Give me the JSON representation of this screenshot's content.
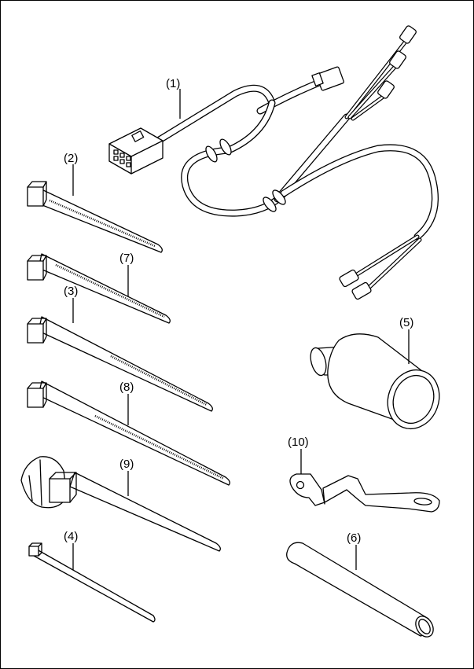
{
  "parts": [
    {
      "id": "1",
      "label": "(1)",
      "item": "wire-harness"
    },
    {
      "id": "2",
      "label": "(2)",
      "item": "cable-tie"
    },
    {
      "id": "3",
      "label": "(3)",
      "item": "cable-tie"
    },
    {
      "id": "4",
      "label": "(4)",
      "item": "small-cable-tie"
    },
    {
      "id": "5",
      "label": "(5)",
      "item": "cap"
    },
    {
      "id": "6",
      "label": "(6)",
      "item": "tube"
    },
    {
      "id": "7",
      "label": "(7)",
      "item": "cable-tie"
    },
    {
      "id": "8",
      "label": "(8)",
      "item": "cable-tie"
    },
    {
      "id": "9",
      "label": "(9)",
      "item": "clip-cable-tie"
    },
    {
      "id": "10",
      "label": "(10)",
      "item": "bracket"
    }
  ]
}
